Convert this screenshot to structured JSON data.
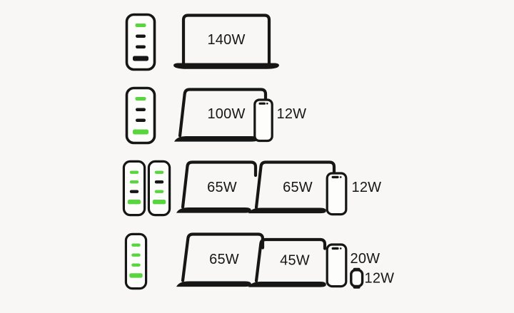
{
  "colors": {
    "background": "#f8f7f5",
    "ink": "#161616",
    "active-green": "#58d53f",
    "device-fill": "#fdfdfc"
  },
  "rows": [
    {
      "id": "scenario-140w",
      "chargers": [
        {
          "name": "4-port-charger",
          "ports": [
            {
              "state": "active",
              "fill": "#58d53f"
            },
            {
              "state": "inactive",
              "fill": "#161616"
            },
            {
              "state": "inactive",
              "fill": "#161616"
            },
            {
              "state": "inactive",
              "fill": "#161616"
            }
          ]
        }
      ],
      "devices": [
        {
          "type": "laptop",
          "watts": "140W"
        }
      ]
    },
    {
      "id": "scenario-100w-12w",
      "chargers": [
        {
          "name": "4-port-charger",
          "ports": [
            {
              "state": "active",
              "fill": "#58d53f"
            },
            {
              "state": "inactive",
              "fill": "#161616"
            },
            {
              "state": "inactive",
              "fill": "#161616"
            },
            {
              "state": "active",
              "fill": "#58d53f"
            }
          ]
        }
      ],
      "devices": [
        {
          "type": "laptop",
          "watts": "100W"
        },
        {
          "type": "phone",
          "watts": "12W"
        }
      ]
    },
    {
      "id": "scenario-65w-65w-12w",
      "chargers": [
        {
          "name": "4-port-charger-a",
          "ports": [
            {
              "state": "active",
              "fill": "#58d53f"
            },
            {
              "state": "active",
              "fill": "#58d53f"
            },
            {
              "state": "inactive",
              "fill": "#161616"
            },
            {
              "state": "active",
              "fill": "#58d53f"
            }
          ]
        },
        {
          "name": "4-port-charger-b",
          "ports": [
            {
              "state": "active",
              "fill": "#58d53f"
            },
            {
              "state": "inactive",
              "fill": "#161616"
            },
            {
              "state": "active",
              "fill": "#58d53f"
            },
            {
              "state": "active",
              "fill": "#58d53f"
            }
          ]
        }
      ],
      "devices": [
        {
          "type": "laptop",
          "watts": "65W"
        },
        {
          "type": "laptop",
          "watts": "65W"
        },
        {
          "type": "phone",
          "watts": "12W"
        }
      ]
    },
    {
      "id": "scenario-65w-45w-20w-12w",
      "chargers": [
        {
          "name": "4-port-charger",
          "ports": [
            {
              "state": "active",
              "fill": "#58d53f"
            },
            {
              "state": "active",
              "fill": "#58d53f"
            },
            {
              "state": "active",
              "fill": "#58d53f"
            },
            {
              "state": "active",
              "fill": "#58d53f"
            }
          ]
        }
      ],
      "devices": [
        {
          "type": "laptop",
          "watts": "65W"
        },
        {
          "type": "laptop",
          "watts": "45W"
        },
        {
          "type": "phone",
          "watts": "20W"
        },
        {
          "type": "watch",
          "watts": "12W"
        }
      ]
    }
  ]
}
